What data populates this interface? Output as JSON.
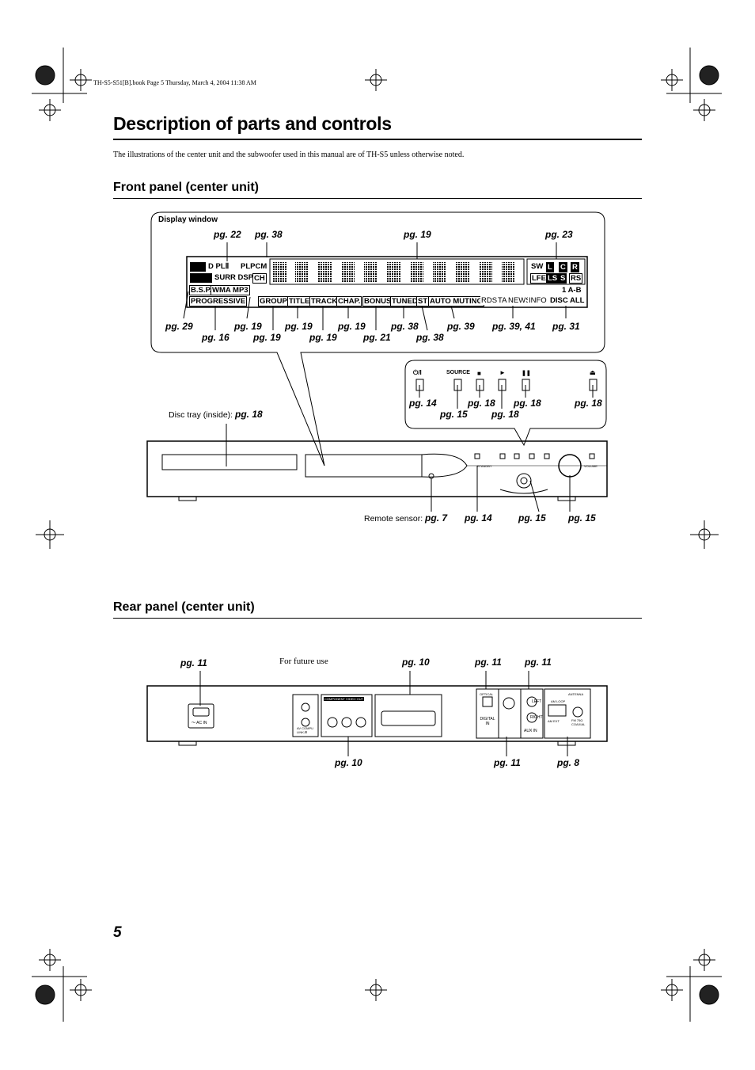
{
  "header_line": "TH-S5-S51[B].book  Page 5  Thursday, March 4, 2004  11:38 AM",
  "title": "Description of parts and controls",
  "intro": "The illustrations of the center unit and the subwoofer used in this manual are of TH-S5 unless otherwise noted.",
  "front_heading": "Front panel (center unit)",
  "rear_heading": "Rear panel (center unit)",
  "display_window_label": "Display window",
  "display_refs_top": [
    "pg. 22",
    "pg. 38",
    "pg. 19",
    "pg. 23"
  ],
  "display_refs_row1": [
    "pg. 29",
    "pg. 19",
    "pg. 19",
    "pg. 19",
    "pg. 38",
    "pg. 39",
    "pg. 39, 41",
    "pg. 31"
  ],
  "display_refs_row2": [
    "pg. 16",
    "pg. 19",
    "pg. 19",
    "pg. 21",
    "pg. 38"
  ],
  "display_indicators": {
    "dplii": "D PLⅡ",
    "plpcm": "PLPCM",
    "surrdsp": "SURR DSP",
    "ch": "CH",
    "bsp": "B.S.P.",
    "wmamp3": "WMA MP3",
    "progressive": "PROGRESSIVE",
    "group": "GROUP",
    "title": "TITLE",
    "track": "TRACK",
    "chap": "CHAP.",
    "bonus": "BONUS",
    "tuned": "TUNED",
    "st": "ST",
    "auto_muting": "AUTO MUTING",
    "rds": "RDS",
    "ta": "TA",
    "news": "NEWS",
    "info": "INFO",
    "sw": "SW",
    "l": "L",
    "c": "C",
    "r": "R",
    "lfe": "LFE",
    "ls": "LS",
    "s": "S",
    "rs": "RS",
    "repeat": "1 A-B",
    "disc_all": "DISC ALL"
  },
  "buttons": {
    "power": "⏻/I",
    "source": "SOURCE",
    "stop": "■",
    "play": "►",
    "pause": "❚❚",
    "eject": "⏏"
  },
  "button_refs_row1": [
    "pg. 14",
    "pg. 18",
    "pg. 18",
    "pg. 18"
  ],
  "button_refs_row2": [
    "pg. 15",
    "pg. 18"
  ],
  "disc_tray_label": "Disc tray (inside): ",
  "disc_tray_ref": "pg. 18",
  "remote_sensor_label": "Remote sensor: ",
  "remote_sensor_ref": "pg. 7",
  "front_bottom_refs": [
    "pg. 14",
    "pg. 15",
    "pg. 15"
  ],
  "front_unit_labels": {
    "standby": "STANDBY",
    "volume": "VOLUME"
  },
  "rear_top_refs": [
    "pg. 11",
    "pg. 10",
    "pg. 11",
    "pg. 11"
  ],
  "rear_future_label": "For future use",
  "rear_bottom_refs": [
    "pg. 10",
    "pg. 11",
    "pg. 8"
  ],
  "rear_unit_labels": {
    "ac_in": "～ AC IN",
    "component": "COMPONENT VIDEO OUT",
    "av_compu": "AV COMPU LINK-Ⅲ",
    "optical": "OPTICAL",
    "digital_in": "DIGITAL IN",
    "left": "LEFT",
    "right": "RIGHT",
    "aux_in": "AUX IN",
    "antenna": "ANTENNA",
    "am_loop": "AM LOOP",
    "fm": "FM 75Ω COAXIAL",
    "am_ext": "AM EXT"
  },
  "page_number": "5"
}
